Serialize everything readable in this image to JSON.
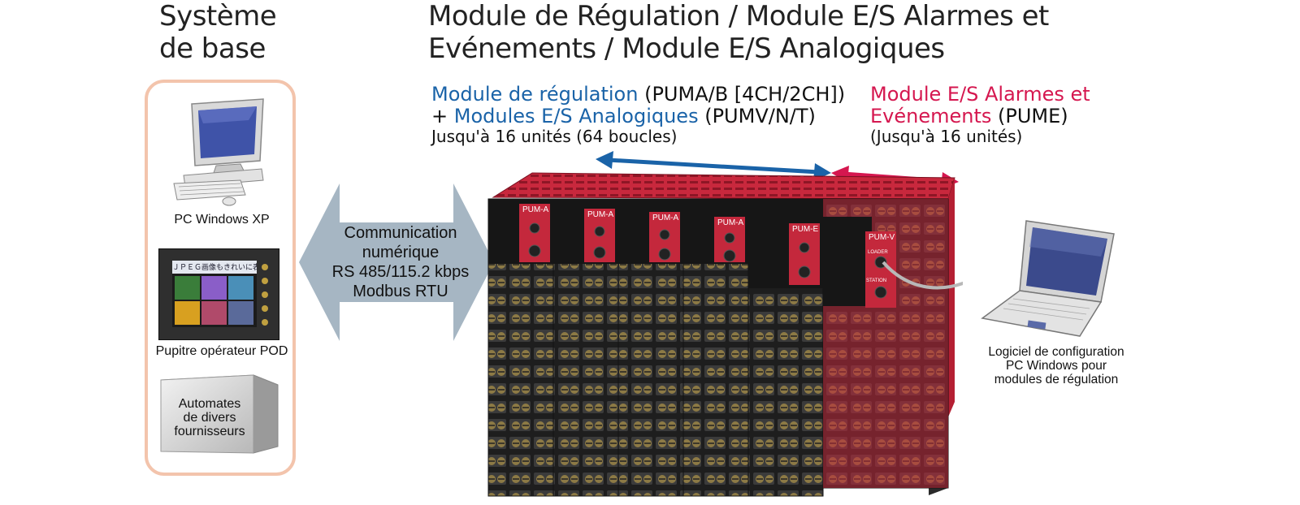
{
  "titles": {
    "base_line1": "Système",
    "base_line2": "de base",
    "modules_line1": "Module de Régulation / Module E/S Alarmes et",
    "modules_line2": "Evénements / Module E/S Analogiques"
  },
  "regulation": {
    "name": "Module de régulation",
    "code": "(PUMA/B [4CH/2CH])",
    "plus": "+",
    "analog_name": "Modules E/S Analogiques",
    "analog_code": "(PUMV/N/T)",
    "capacity": "Jusqu'à 16 unités (64 boucles)"
  },
  "alarm": {
    "name_line1": "Module E/S Alarmes et",
    "name_line2": "Evénements",
    "code": "(PUME)",
    "capacity": "(Jusqu'à 16 unités)"
  },
  "base_devices": {
    "pc": "PC Windows XP",
    "pod": "Pupitre opérateur POD",
    "plc_line1": "Automates",
    "plc_line2": "de divers",
    "plc_line3": "fournisseurs",
    "pod_screen_text": "ＪＰＥＧ画像もきれいに表示"
  },
  "communication": {
    "line1": "Communication",
    "line2": "numérique",
    "line3": "RS 485/115.2 kbps",
    "line4": "Modbus RTU"
  },
  "software": {
    "line1": "Logiciel de configuration",
    "line2": "PC  Windows pour",
    "line3": "modules de régulation"
  },
  "module_labels": [
    "PUM-A",
    "PUM-A",
    "PUM-A",
    "PUM-A",
    "PUM-E",
    "PUM-V"
  ],
  "panel_texts": {
    "loader": "LOADER",
    "station": "STATION"
  },
  "colors": {
    "blue": "#1a63a8",
    "red": "#d5174f",
    "box_border": "#f3c4ac",
    "arrow_gray": "#a6b6c3"
  }
}
